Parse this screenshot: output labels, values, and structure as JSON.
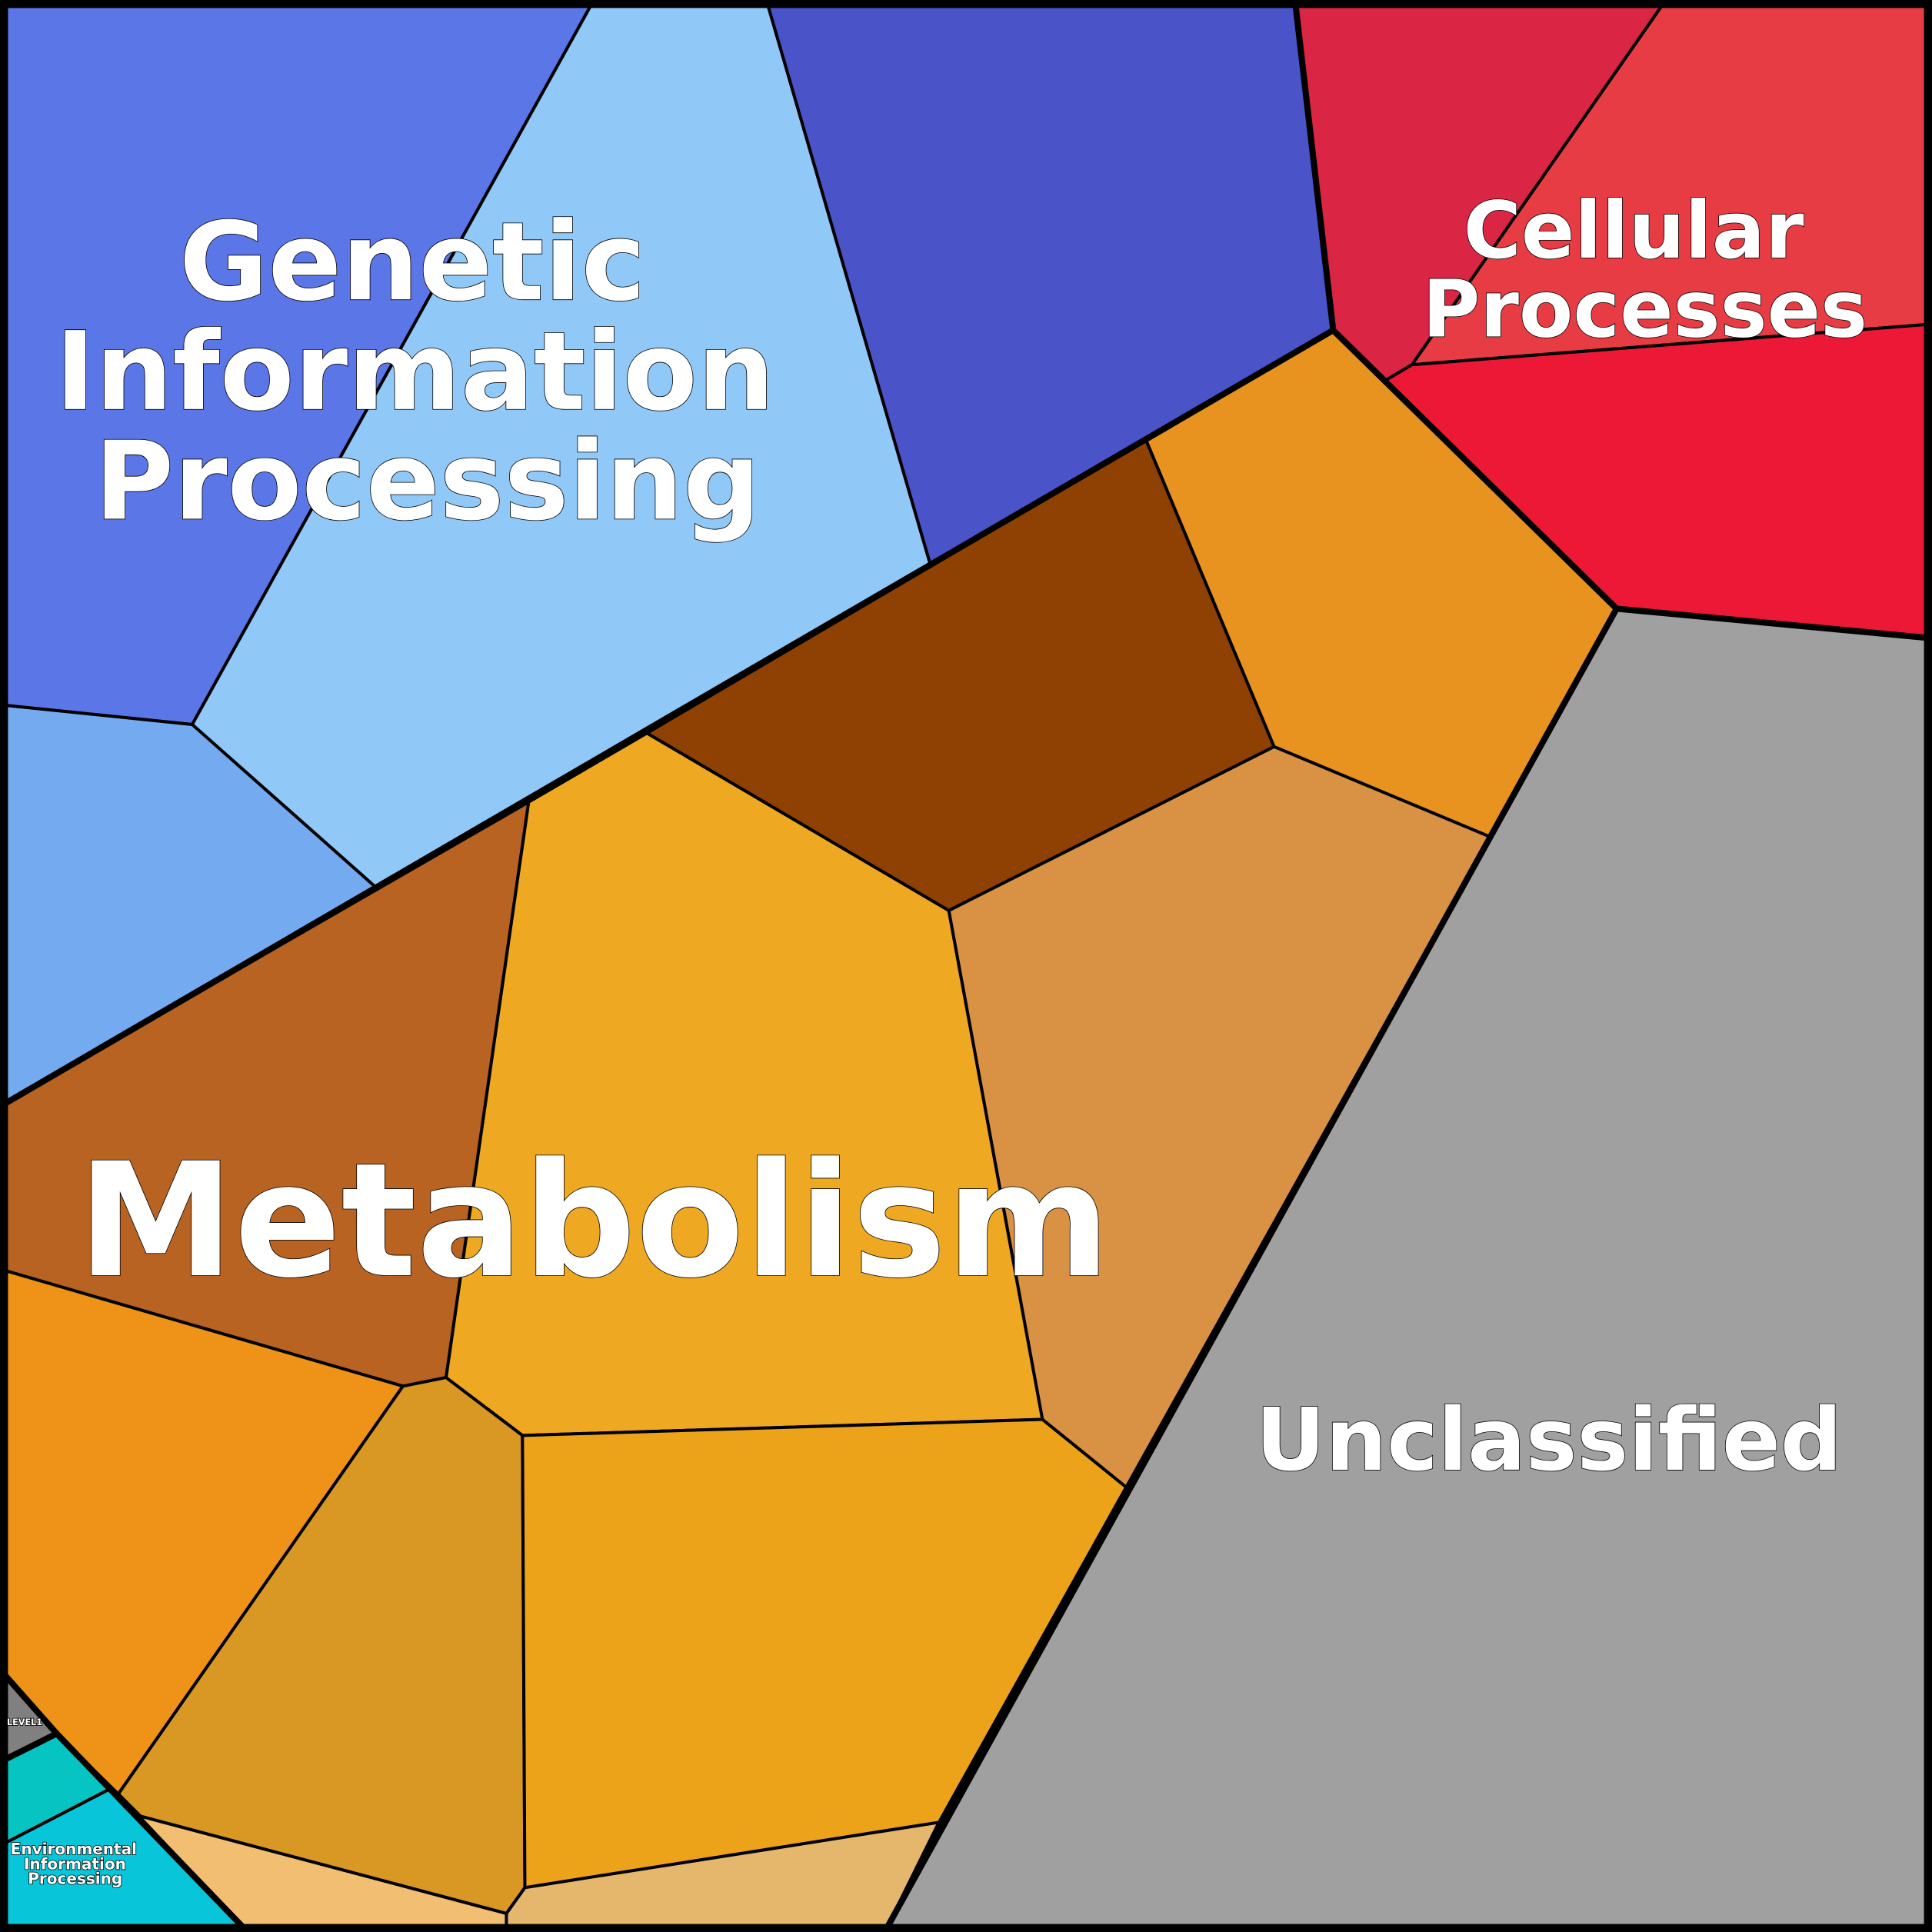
{
  "labels": {
    "genetic": [
      "Genetic",
      "Information",
      "Processing"
    ],
    "cellular": [
      "Cellular",
      "Processes"
    ],
    "metabolism": "Metabolism",
    "unclassified": "Unclassified",
    "level1": "LEVEL1",
    "environmental": [
      "Environmental",
      "Information",
      "Processing"
    ]
  },
  "colors": {
    "genetic": [
      "#5b76e6",
      "#90c8f8",
      "#4b53c9",
      "#73aaf0"
    ],
    "cellular": [
      "#da2545",
      "#e83c44",
      "#ec1835"
    ],
    "metabolism": [
      "#e89220",
      "#8f4104",
      "#d99243",
      "#efa822",
      "#b96322",
      "#ee9318",
      "#d99824",
      "#eca31a",
      "#f2be71",
      "#e5b76d"
    ],
    "unclassified": "#9fa09f",
    "level1": "#808080",
    "environmental": [
      "#05c4c1",
      "#08c5d9"
    ]
  }
}
